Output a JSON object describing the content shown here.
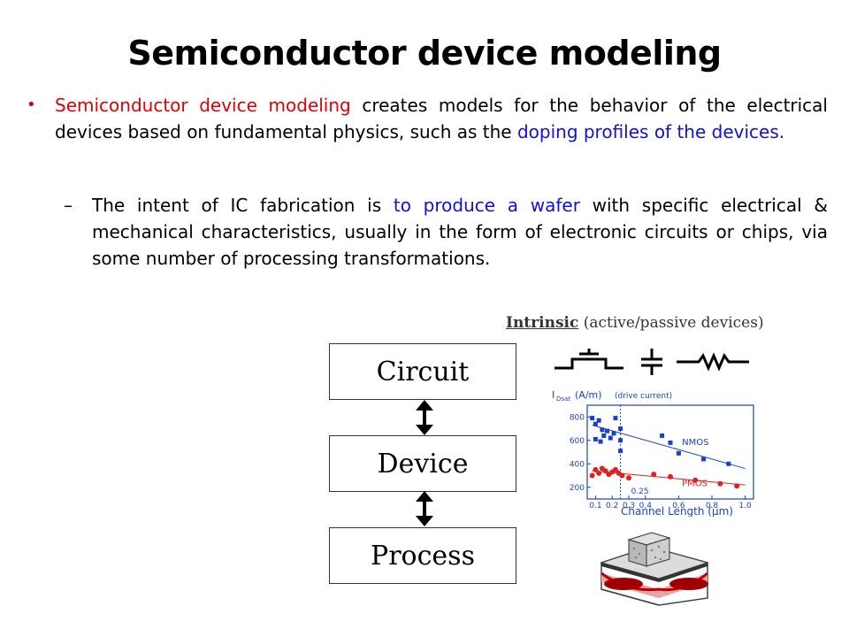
{
  "title": "Semiconductor device modeling",
  "bullet": {
    "marker": "•",
    "highlight": "Semiconductor device modeling",
    "text_1": " creates models for the behavior of the electrical devices based on fundamental physics, such as the ",
    "link": "doping profiles of the devices."
  },
  "sub_bullet": {
    "marker": "–",
    "text_1": "The intent of IC fabrication is ",
    "link": "to produce a wafer",
    "text_2": " with specific electrical & mechanical characteristics, usually in the form of electronic circuits or chips, via some number of processing transformations."
  },
  "diagram": {
    "boxes": [
      "Circuit",
      "Device",
      "Process"
    ],
    "header_bold": "Intrinsic",
    "header_rest": " (active/passive devices)"
  },
  "chart_data": {
    "type": "scatter",
    "ylabel": "I",
    "ylabel_sub": "Dsat",
    "yunit": "(A/m)",
    "annotation": "(drive current)",
    "xlabel": "Channel Length (µm)",
    "y_ticks": [
      "800",
      "600",
      "400",
      "200"
    ],
    "x_ticks": [
      "0.1",
      "0.2",
      "0.3",
      "0.4",
      "0.6",
      "0.8",
      "1.0"
    ],
    "vline_label": "0.25",
    "series": [
      {
        "name": "NMOS",
        "color": "#1a3fcf",
        "points": [
          [
            0.08,
            790
          ],
          [
            0.1,
            740
          ],
          [
            0.12,
            770
          ],
          [
            0.14,
            690
          ],
          [
            0.15,
            640
          ],
          [
            0.1,
            610
          ],
          [
            0.13,
            590
          ],
          [
            0.17,
            680
          ],
          [
            0.19,
            620
          ],
          [
            0.21,
            660
          ],
          [
            0.22,
            790
          ],
          [
            0.25,
            700
          ],
          [
            0.25,
            600
          ],
          [
            0.25,
            510
          ],
          [
            0.5,
            640
          ],
          [
            0.55,
            580
          ],
          [
            0.6,
            490
          ],
          [
            0.75,
            440
          ],
          [
            0.9,
            400
          ]
        ]
      },
      {
        "name": "PMOS",
        "color": "#e02020",
        "points": [
          [
            0.08,
            300
          ],
          [
            0.1,
            350
          ],
          [
            0.12,
            320
          ],
          [
            0.14,
            360
          ],
          [
            0.16,
            340
          ],
          [
            0.18,
            310
          ],
          [
            0.2,
            330
          ],
          [
            0.22,
            350
          ],
          [
            0.24,
            320
          ],
          [
            0.26,
            300
          ],
          [
            0.3,
            280
          ],
          [
            0.45,
            310
          ],
          [
            0.55,
            290
          ],
          [
            0.7,
            260
          ],
          [
            0.85,
            230
          ],
          [
            0.95,
            210
          ]
        ]
      }
    ]
  }
}
